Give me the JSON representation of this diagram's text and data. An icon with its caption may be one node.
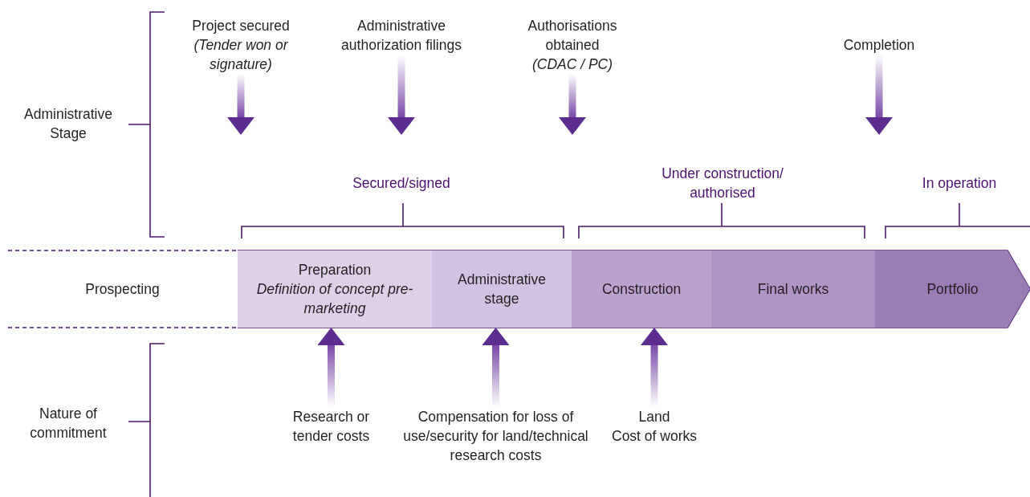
{
  "diagram": {
    "nodes": [
      {
        "text": [
          "Project secured",
          "(Tender won or signature)"
        ]
      },
      {
        "text": [
          "Administrative authorization filings"
        ]
      },
      {
        "text": [
          "Authorisations obtained",
          "(CDAC / PC)"
        ]
      },
      {
        "text": [
          "Completion"
        ]
      },
      {
        "text": [
          "Prospecting"
        ]
      },
      {
        "text": [
          "Preparation",
          "Definition of concept pre-marketing"
        ]
      },
      {
        "text": [
          "Administrative stage"
        ]
      },
      {
        "text": [
          "Construction"
        ]
      },
      {
        "text": [
          "Final works"
        ]
      },
      {
        "text": [
          "Portfolio"
        ]
      },
      {
        "text": [
          "Research or tender costs"
        ]
      },
      {
        "text": [
          "Compensation for loss of use/security for land/technical research costs"
        ]
      },
      {
        "text": [
          "Land",
          "Cost of works"
        ]
      }
    ],
    "edges": [
      {
        "from": 0,
        "to": null,
        "arrow": "to"
      },
      {
        "from": 1,
        "to": null,
        "arrow": "to"
      },
      {
        "from": 2,
        "to": null,
        "arrow": "to"
      },
      {
        "from": 3,
        "to": null,
        "arrow": "to"
      },
      {
        "from": 10,
        "to": 5,
        "arrow": "to"
      },
      {
        "from": 11,
        "to": 6,
        "arrow": "to"
      },
      {
        "from": 12,
        "to": 7,
        "arrow": "to"
      }
    ],
    "labels": [
      "Administrative Stage",
      "Secured/signed",
      "Under construction/ authorised",
      "In operation",
      "Nature of commitment"
    ]
  }
}
